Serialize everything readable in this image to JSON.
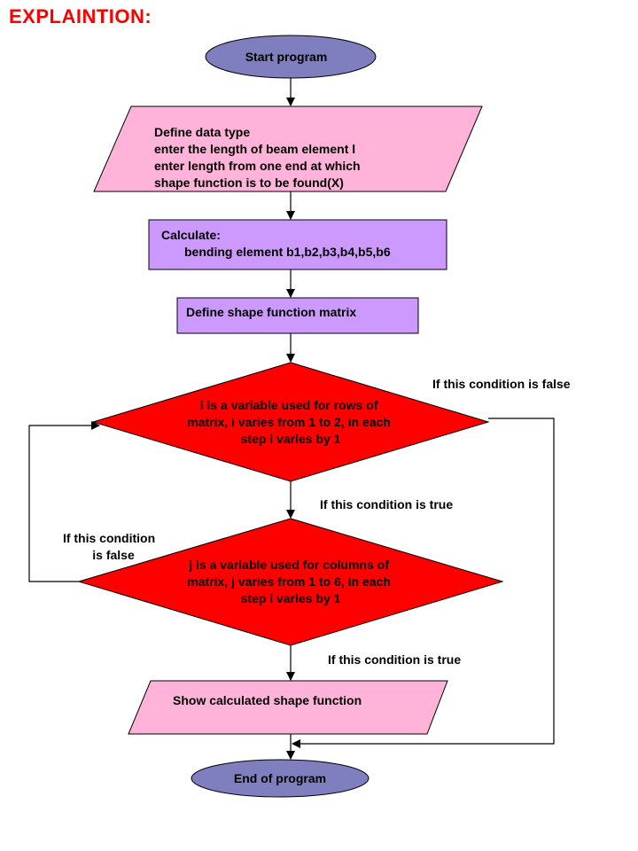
{
  "title": "EXPLAINTION:",
  "colors": {
    "title": "#ff0000",
    "terminator": "#7f7fbf",
    "io": "#ffb3d9",
    "process": "#cc99ff",
    "decision": "#ff0000",
    "line": "#000000"
  },
  "nodes": {
    "start": "Start program",
    "input": [
      "Define data type",
      "enter the length of beam element l",
      "enter length from one end at which",
      "shape function is to be found(X)"
    ],
    "calculate": [
      "Calculate:",
      "bending element b1,b2,b3,b4,b5,b6"
    ],
    "define_matrix": "Define shape function matrix",
    "decision_i": [
      "i is a variable used for rows of",
      "matrix, i varies from 1 to 2,  in each",
      "step i varies by 1"
    ],
    "decision_j": [
      "j is a variable used for columns of",
      "matrix, j varies from 1 to 6,  in each",
      "step i varies by 1"
    ],
    "output": "Show calculated shape function",
    "end": "End of program"
  },
  "edge_labels": {
    "i_false": "If this condition is false",
    "i_true": "If this condition is true",
    "j_false": [
      "If this condition",
      "is false"
    ],
    "j_true": "If this condition is true"
  }
}
